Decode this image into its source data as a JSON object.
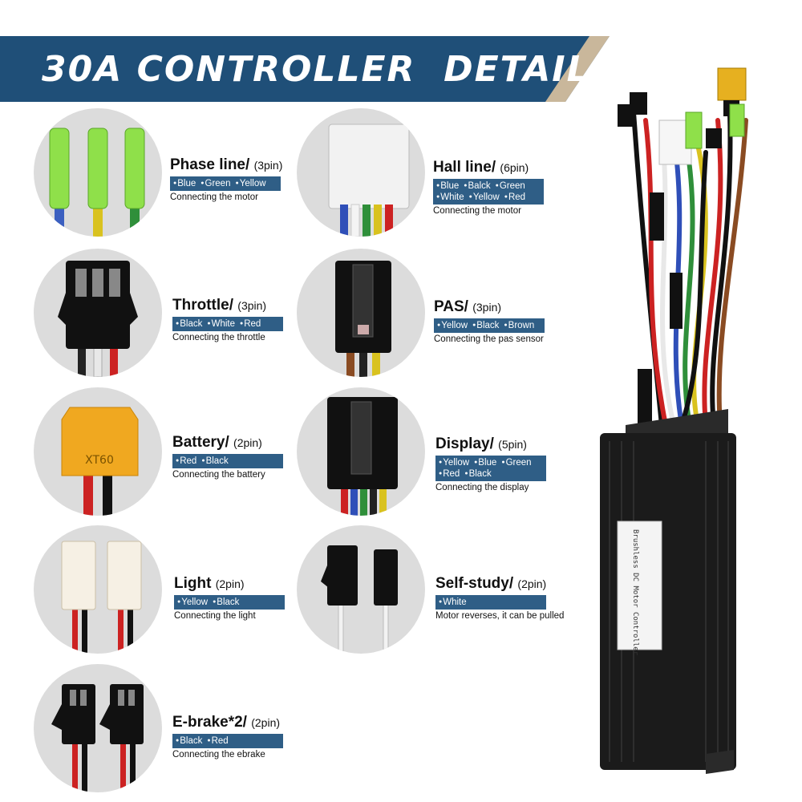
{
  "banner": {
    "title": "30A CONTROLLER  DETAIL"
  },
  "connectors": [
    {
      "title": "Phase line/",
      "pin": "(3pin)",
      "wires": [
        [
          "Blue",
          "Green",
          "Yellow"
        ]
      ],
      "desc": "Connecting the motor"
    },
    {
      "title": "Hall line/",
      "pin": "(6pin)",
      "wires": [
        [
          "Blue",
          "Balck",
          "Green"
        ],
        [
          "White",
          "Yellow",
          "Red"
        ]
      ],
      "desc": "Connecting the motor"
    },
    {
      "title": "Throttle/",
      "pin": "(3pin)",
      "wires": [
        [
          "Black",
          "White",
          "Red"
        ]
      ],
      "desc": "Connecting the throttle"
    },
    {
      "title": "PAS/",
      "pin": "(3pin)",
      "wires": [
        [
          "Yellow",
          "Black",
          "Brown"
        ]
      ],
      "desc": "Connecting the pas sensor"
    },
    {
      "title": "Battery/",
      "pin": "(2pin)",
      "wires": [
        [
          "Red",
          "Black"
        ]
      ],
      "desc": "Connecting the battery"
    },
    {
      "title": "Display/",
      "pin": "(5pin)",
      "wires": [
        [
          "Yellow",
          "Blue",
          "Green"
        ],
        [
          "Red",
          "Black"
        ]
      ],
      "desc": "Connecting the display"
    },
    {
      "title": "Light",
      "pin": "(2pin)",
      "wires": [
        [
          "Yellow",
          "Black"
        ]
      ],
      "desc": "Connecting the light"
    },
    {
      "title": "Self-study/",
      "pin": "(2pin)",
      "wires": [
        [
          "White"
        ]
      ],
      "desc": "Motor reverses, it can be pulled"
    },
    {
      "title": "E-brake*2/",
      "pin": "(2pin)",
      "wires": [
        [
          "Black",
          "Red"
        ]
      ],
      "desc": "Connecting the ebrake"
    }
  ],
  "product_label": "Brushless DC Motor Controller",
  "battery_marking": "XT60",
  "icons": [
    "phase-connector-icon",
    "hall-connector-icon",
    "throttle-connector-icon",
    "pas-connector-icon",
    "battery-connector-icon",
    "display-connector-icon",
    "light-connector-icon",
    "self-study-connector-icon",
    "ebrake-connector-icon",
    "controller-image"
  ],
  "colors": {
    "banner": "#1f4f78",
    "banner_accent": "#c9b79b",
    "label_bar": "#2f5e86",
    "circle_bg": "#dcdcdc"
  }
}
